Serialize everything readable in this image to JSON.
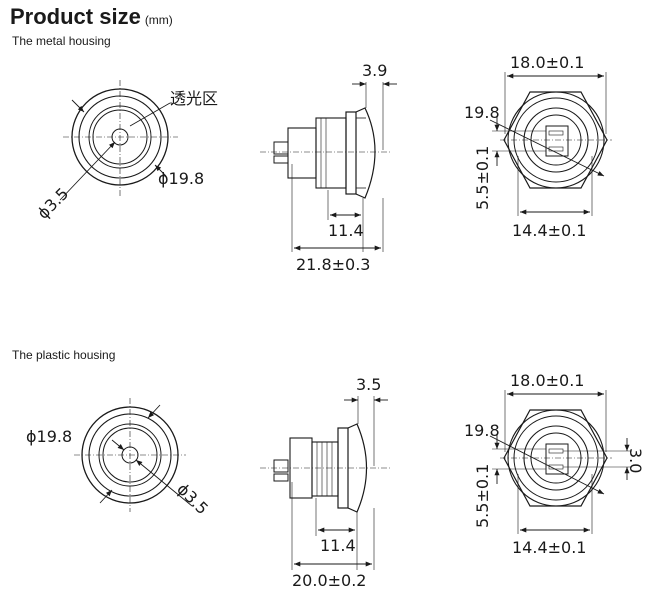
{
  "header": {
    "title": "Product size",
    "unit": "(mm)"
  },
  "sections": [
    {
      "label": "The metal housing",
      "front": {
        "outer_dia": "ϕ19.8",
        "light_dia": "ϕ3.5",
        "light_zone": "透光区"
      },
      "side": {
        "head_thick": "3.9",
        "thread_len": "11.4",
        "total_len": "21.8±0.3"
      },
      "rear": {
        "hex_width": "18.0±0.1",
        "flange_dia": "19.8",
        "terminal_pitch": "5.5±0.1",
        "body_dia": "14.4±0.1"
      }
    },
    {
      "label": "The plastic housing",
      "front": {
        "outer_dia": "ϕ19.8",
        "light_dia": "ϕ3.5"
      },
      "side": {
        "head_thick": "3.5",
        "thread_len": "11.4",
        "total_len": "20.0±0.2"
      },
      "rear": {
        "hex_width": "18.0±0.1",
        "flange_dia": "19.8",
        "terminal_pitch": "5.5±0.1",
        "body_dia": "14.4±0.1",
        "terminal_gap": "3.0"
      }
    }
  ]
}
